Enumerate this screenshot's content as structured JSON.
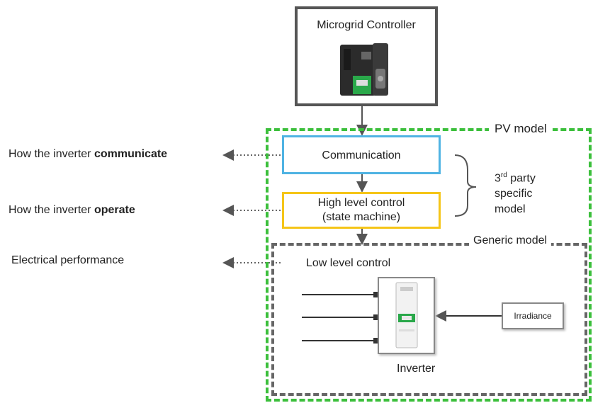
{
  "controller": {
    "title": "Microgrid Controller"
  },
  "pv_model": {
    "label": "PV model"
  },
  "communication": {
    "label": "Communication"
  },
  "high_level": {
    "line1": "High level control",
    "line2": "(state machine)"
  },
  "third_party": {
    "line1_num": "3",
    "line1_sup": "rd",
    "line1_rest": " party",
    "line2": "specific",
    "line3": "model"
  },
  "generic_model": {
    "label": "Generic model"
  },
  "low_level": {
    "label": "Low level control"
  },
  "inverter": {
    "label": "Inverter"
  },
  "irradiance": {
    "label": "Irradiance"
  },
  "side_labels": {
    "communicate_prefix": "How the inverter ",
    "communicate_bold": "communicate",
    "operate_prefix": "How the inverter ",
    "operate_bold": "operate",
    "electrical": "Electrical performance"
  },
  "colors": {
    "pv_border": "#3cbf3c",
    "communication_border": "#4fb3e3",
    "high_level_border": "#f5c518",
    "generic_border": "#666666",
    "controller_border": "#555555"
  }
}
